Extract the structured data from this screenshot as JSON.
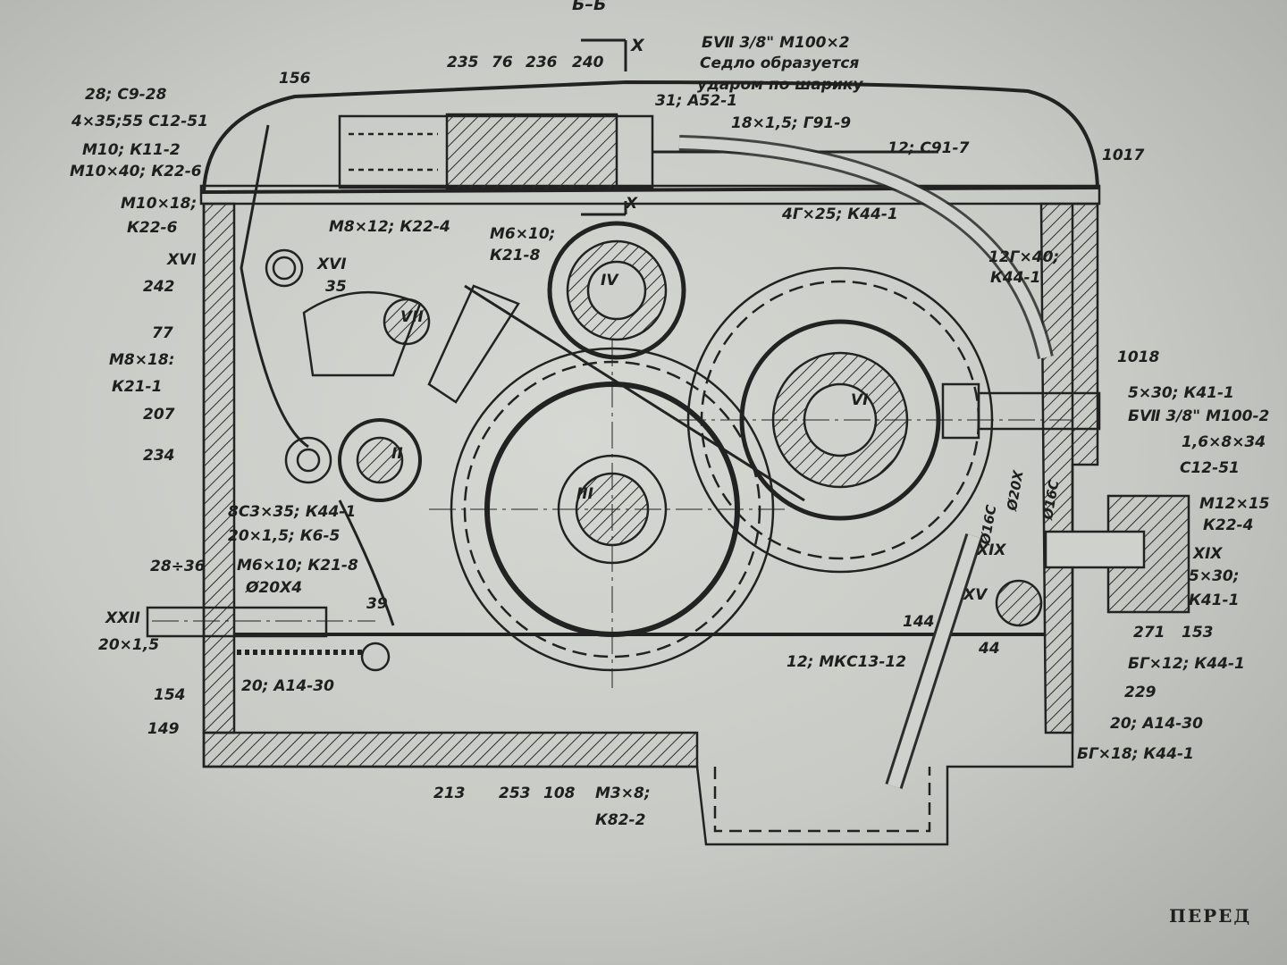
{
  "section_title": "Б–Б",
  "section_marker": "X",
  "note": {
    "line1": "БⅦ 3/8\" М100×2",
    "line2": "Седло образуется",
    "line3": "ударом по шарику"
  },
  "labels": [
    "235",
    "76",
    "236",
    "240",
    "156",
    "28; С9-28",
    "4×35;55 С12-51",
    "М10; К11-2",
    "М10×40; К22-6",
    "31; А52-1",
    "18×1,5; Г91-9",
    "12; С91-7",
    "1017",
    "М10×18;",
    "К22-6",
    "XVI",
    "XVI",
    "М8×12; К22-4",
    "X",
    "4Г×25; К44-1",
    "М6×10;",
    "К21-8",
    "12Г×40;",
    "К44-1",
    "242",
    "35",
    "IV",
    "VII",
    "77",
    "М8×18:",
    "К21-1",
    "1018",
    "207",
    "VI",
    "5×30; К41-1",
    "БⅦ 3/8\" М100-2",
    "1,6×8×34",
    "С12-51",
    "234",
    "II",
    "III",
    "8С3×35; К44-1",
    "20×1,5; К6-5",
    "Ø16С",
    "Ø20Х",
    "Ø16С",
    "М12×15",
    "К22-4",
    "28÷36",
    "М6×10; К21-8",
    "Ø20Х4",
    "XIX",
    "XIX",
    "5×30;",
    "К41-1",
    "39",
    "XXII",
    "XV",
    "20×1,5",
    "144",
    "44",
    "271",
    "153",
    "154",
    "20; А14-30",
    "12; МКС13-12",
    "БГ×12; К44-1",
    "229",
    "149",
    "20; А14-30",
    "БГ×18; К44-1",
    "213",
    "253",
    "108",
    "М3×8;",
    "К82-2"
  ],
  "page_footer": "ПЕРЕД"
}
